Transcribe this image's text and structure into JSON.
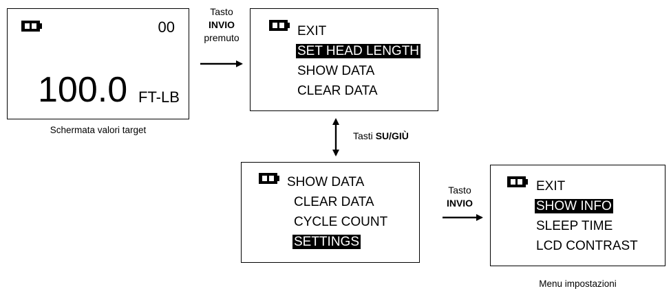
{
  "target_screen": {
    "counter": "00",
    "value": "100.0",
    "unit": "FT-LB",
    "caption": "Schermata valori target"
  },
  "arrow1": {
    "line1": "Tasto",
    "line2": "INVIO",
    "line3": "premuto"
  },
  "menu1": {
    "items": [
      "EXIT",
      "SET HEAD LENGTH",
      "SHOW DATA",
      "CLEAR DATA"
    ],
    "selected_index": 1
  },
  "arrow_updown": {
    "prefix": "Tasti ",
    "keys": "SU/GIÙ"
  },
  "menu2": {
    "items": [
      "SHOW DATA",
      "CLEAR DATA",
      "CYCLE COUNT",
      "SETTINGS"
    ],
    "selected_index": 3
  },
  "arrow2": {
    "line1": "Tasto",
    "line2": "INVIO"
  },
  "menu3": {
    "items": [
      "EXIT",
      "SHOW INFO",
      "SLEEP TIME",
      "LCD CONTRAST"
    ],
    "selected_index": 1,
    "caption": "Menu impostazioni"
  },
  "colors": {
    "ink": "#000000",
    "paper": "#ffffff"
  },
  "icons": {
    "battery": "battery-icon"
  }
}
